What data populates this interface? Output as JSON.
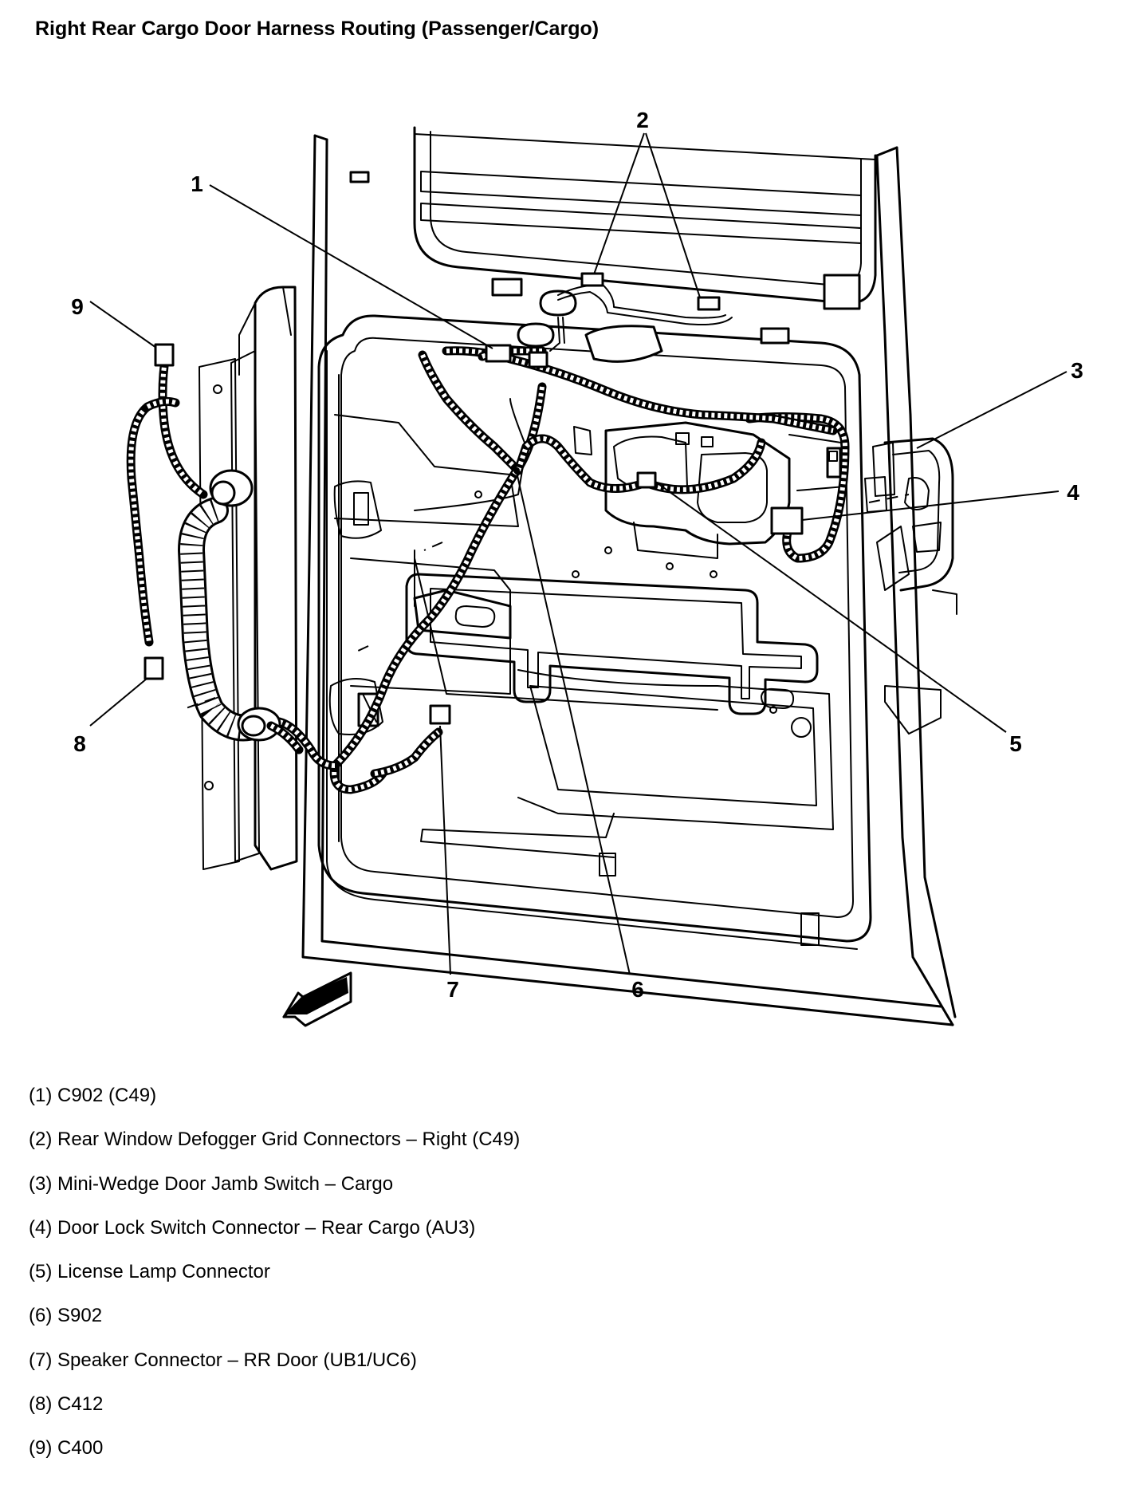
{
  "title": "Right Rear Cargo Door Harness Routing (Passenger/Cargo)",
  "callouts": [
    "1",
    "2",
    "3",
    "4",
    "5",
    "6",
    "7",
    "8",
    "9"
  ],
  "legend": [
    "(1) C902 (C49)",
    "(2) Rear Window Defogger Grid Connectors – Right (C49)",
    "(3) Mini-Wedge Door Jamb Switch – Cargo",
    "(4) Door Lock Switch Connector – Rear Cargo (AU3)",
    "(5) License Lamp Connector",
    "(6) S902",
    "(7) Speaker Connector – RR Door (UB1/UC6)",
    "(8) C412",
    "(9) C400"
  ]
}
